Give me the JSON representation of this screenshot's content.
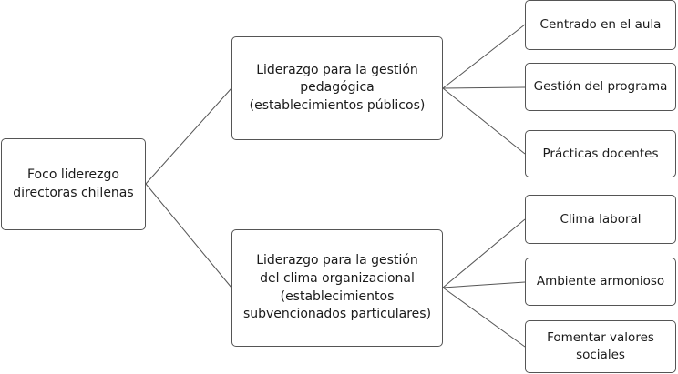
{
  "colors": {
    "box_border": "#555555",
    "line": "#555555",
    "text": "#1a1a1a",
    "background": "#ffffff"
  },
  "root": {
    "lines": [
      "Foco liderezgo",
      "directoras chilenas"
    ]
  },
  "branches": [
    {
      "lines": [
        "Liderazgo para la gestión",
        "pedagógica",
        "(establecimientos públicos)"
      ],
      "leaves": [
        {
          "lines": [
            "Centrado en el aula"
          ]
        },
        {
          "lines": [
            "Gestión del programa"
          ]
        },
        {
          "lines": [
            "Prácticas docentes"
          ]
        }
      ]
    },
    {
      "lines": [
        "Liderazgo para la gestión",
        "del clima organizacional",
        "(establecimientos",
        "subvencionados particulares)"
      ],
      "leaves": [
        {
          "lines": [
            "Clima laboral"
          ]
        },
        {
          "lines": [
            "Ambiente armonioso"
          ]
        },
        {
          "lines": [
            "Fomentar valores",
            "sociales"
          ]
        }
      ]
    }
  ]
}
